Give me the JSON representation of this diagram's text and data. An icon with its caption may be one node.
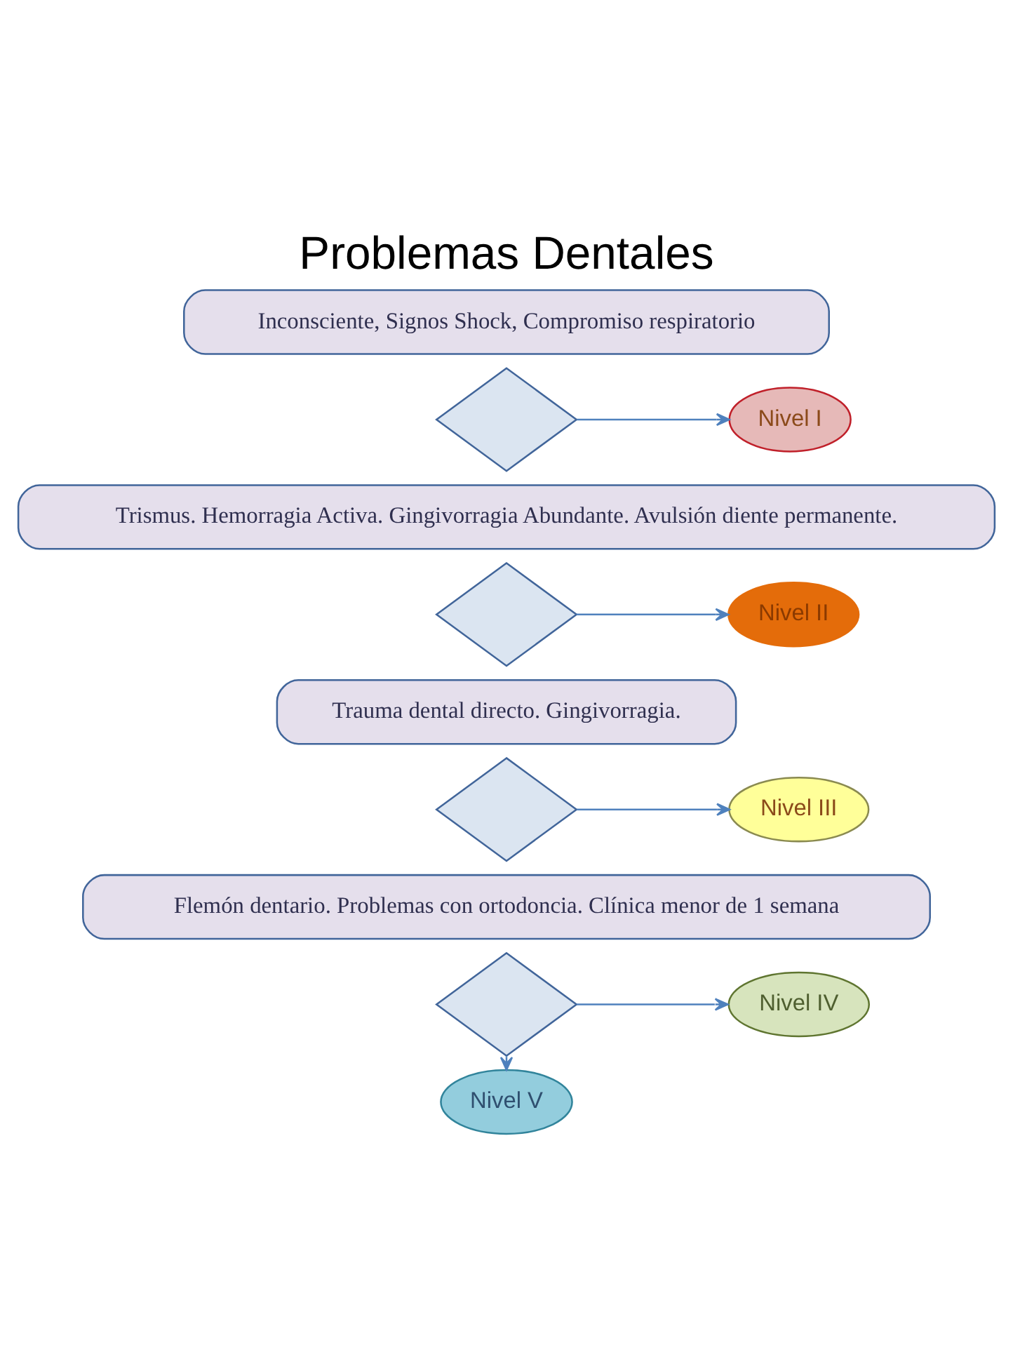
{
  "diagram": {
    "title": "Problemas Dentales",
    "nodes": [
      {
        "text": [
          "Inconsciente, Signos Shock, Compromiso respiratorio"
        ]
      },
      {
        "text": [],
        "shape": "diamond"
      },
      {
        "text": [
          "Nivel I"
        ]
      },
      {
        "text": [
          "Trismus. Hemorragia Activa. Gingivorragia Abundante. Avulsión diente permanente."
        ]
      },
      {
        "text": [],
        "shape": "diamond"
      },
      {
        "text": [
          "Nivel II"
        ]
      },
      {
        "text": [
          "Trauma dental directo. Gingivorragia."
        ]
      },
      {
        "text": [],
        "shape": "diamond"
      },
      {
        "text": [
          "Nivel III"
        ]
      },
      {
        "text": [
          "Flemón dentario. Problemas con ortodoncia. Clínica menor de 1 semana"
        ]
      },
      {
        "text": [],
        "shape": "diamond"
      },
      {
        "text": [
          "Nivel IV"
        ]
      },
      {
        "text": [
          "Nivel V"
        ]
      }
    ],
    "edges": [
      {
        "from": 1,
        "to": 2,
        "arrow": "to"
      },
      {
        "from": 4,
        "to": 5,
        "arrow": "to"
      },
      {
        "from": 7,
        "to": 8,
        "arrow": "to"
      },
      {
        "from": 10,
        "to": 11,
        "arrow": "to"
      },
      {
        "from": 10,
        "to": 12,
        "arrow": "to"
      }
    ]
  }
}
